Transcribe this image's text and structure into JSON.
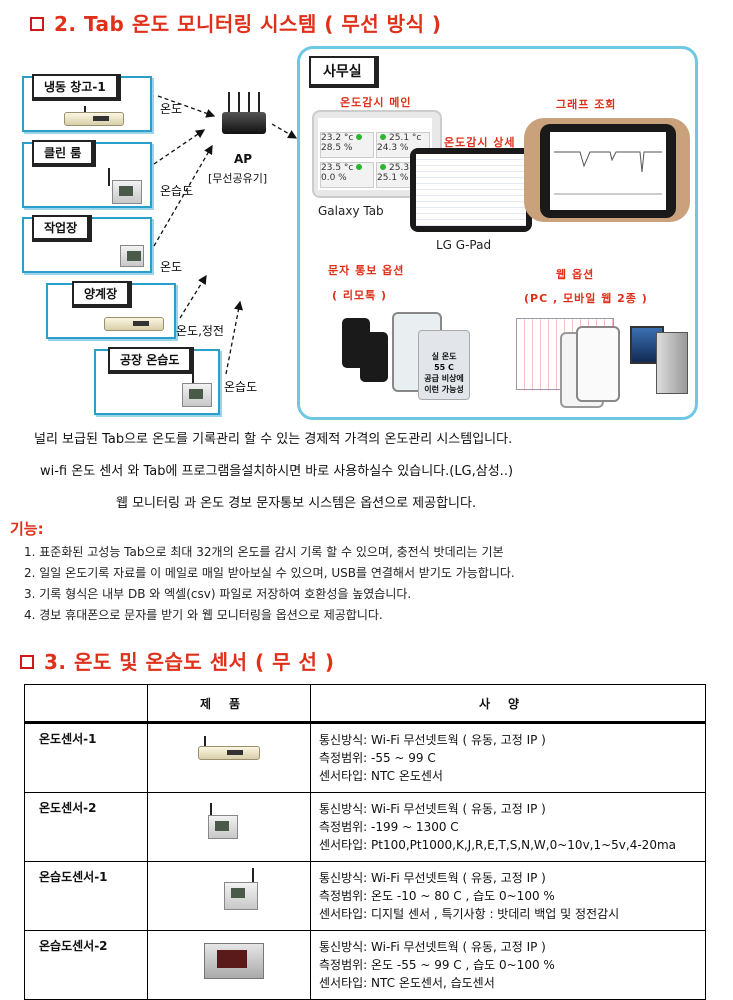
{
  "section2": {
    "title": "2. Tab  온도 모니터링 시스템 ( 무선 방식 )"
  },
  "sensors": [
    {
      "label": "냉동 창고-1",
      "edge": "온도"
    },
    {
      "label": "클린 룸",
      "edge": "온습도"
    },
    {
      "label": "작업장",
      "edge": "온도"
    },
    {
      "label": "양계장",
      "edge": "온도,정전"
    },
    {
      "label": "공장 온습도",
      "edge": "온습도"
    }
  ],
  "ap": {
    "label": "AP",
    "sub": "[무선공유기]"
  },
  "office": {
    "title": "사무실",
    "monitor_main": "온도감시 메인",
    "monitor_detail": "온도감시 상세",
    "graph": "그래프 조회",
    "galaxy": "Galaxy Tab",
    "gpad": "LG G-Pad",
    "sms_option": "문자 통보 옵션",
    "remote": "( 리모톡 )",
    "web_option": "웹 옵션",
    "web_sub": "(PC , 모바일 웹 2종 )",
    "phone_text": [
      "실 온도",
      "55 C",
      "공급 비상에",
      "이런 가능성"
    ],
    "tiles": [
      {
        "temp": "23.2 °c",
        "hum": "28.5 %"
      },
      {
        "temp": "25.1 °c",
        "hum": "24.3 %"
      },
      {
        "temp": "23.5 °c",
        "hum": "0.0 %"
      },
      {
        "temp": "25.3 °c",
        "hum": "25.1 %"
      }
    ]
  },
  "description": [
    "널리 보급된 Tab으로 온도를 기록관리 할 수 있는 경제적 가격의 온도관리 시스템입니다.",
    "wi-fi 온도 센서 와  Tab에 프로그램을설치하시면 바로 사용하실수 있습니다.(LG,삼성..)",
    "웹 모니터링 과 온도 경보 문자통보 시스템은 옵션으로 제공합니다."
  ],
  "features": {
    "title": "기능:",
    "items": [
      "1. 표준화된 고성능 Tab으로  최대 32개의 온도를 감시 기록 할 수 있으며, 충전식 밧데리는 기본",
      "2. 일일 온도기록 자료를 이 메일로 매일 받아보실 수 있으며, USB를 연결해서 받기도 가능합니다.",
      "3. 기록 형식은 내부 DB 와 엑셀(csv) 파일로 저장하여 호환성을 높였습니다.",
      "4. 경보 휴대폰으로 문자를 받기 와 웹 모니터링을 옵션으로 제공합니다."
    ]
  },
  "section3": {
    "title": "3. 온도 및 온습도 센서 ( 무 선 )"
  },
  "table": {
    "headers": [
      "",
      "제품",
      "사양"
    ],
    "rows": [
      {
        "name": "온도센서-1",
        "specs": [
          "통신방식:  Wi-Fi 무선넷트웍 ( 유동, 고정 IP )",
          "측정범위:  -55  ~ 99 C",
          "센서타입:  NTC 온도센서"
        ]
      },
      {
        "name": "온도센서-2",
        "specs": [
          "통신방식:  Wi-Fi 무선넷트웍 ( 유동, 고정 IP )",
          "측정범위:  -199  ~ 1300 C",
          "센서타입: Pt100,Pt1000,K,J,R,E,T,S,N,W,0~10v,1~5v,4-20ma"
        ]
      },
      {
        "name": "온습도센서-1",
        "specs": [
          "통신방식:  Wi-Fi 무선넷트웍 ( 유동, 고정 IP )",
          "측정범위: 온도 -10  ~ 80 C , 습도  0~100  %",
          "센서타입: 디지털 센서 ,      특기사항 : 밧데리 백업 및 정전감시"
        ]
      },
      {
        "name": "온습도센서-2",
        "specs": [
          "통신방식:  Wi-Fi 무선넷트웍 ( 유동, 고정 IP )",
          "측정범위: 온도 -55  ~ 99 C , 습도  0~100  %",
          "센서타입: NTC 온도센서, 습도센서"
        ]
      }
    ]
  }
}
